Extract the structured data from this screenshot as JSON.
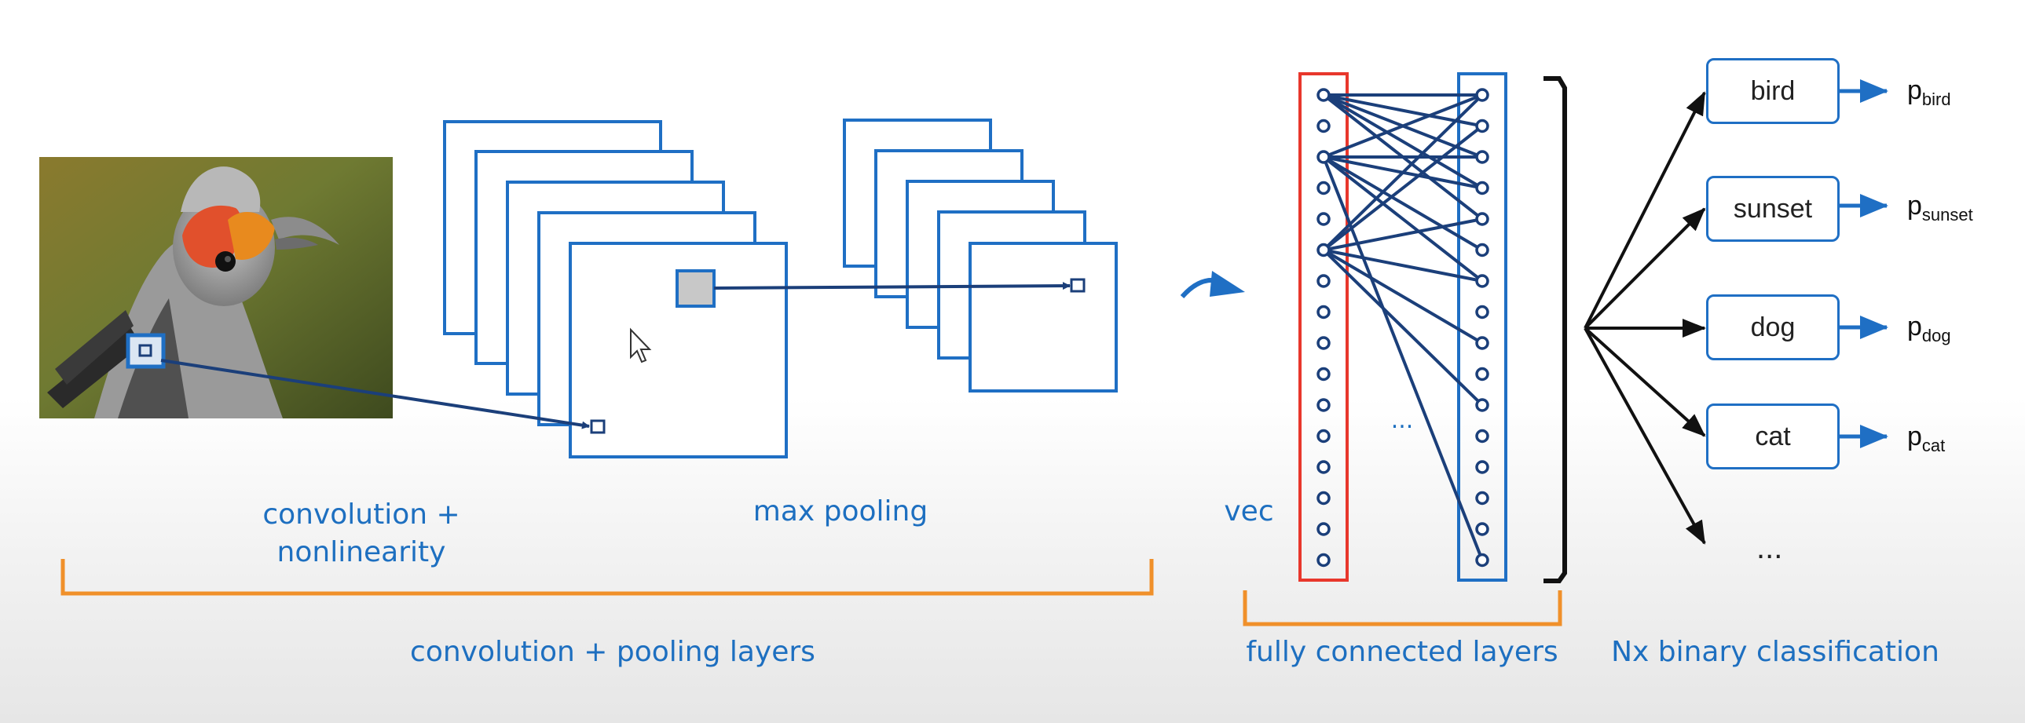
{
  "labels": {
    "convolution": "convolution +",
    "nonlinearity": "nonlinearity",
    "max_pooling": "max pooling",
    "vec": "vec",
    "conv_pooling_layers": "convolution + pooling layers",
    "fully_connected": "fully connected layers",
    "binary_classification": "Nx binary classification",
    "hidden_ellipsis": "...",
    "class_ellipsis": "..."
  },
  "classes": [
    {
      "label": "bird",
      "prob": "p",
      "sub": "bird"
    },
    {
      "label": "sunset",
      "prob": "p",
      "sub": "sunset"
    },
    {
      "label": "dog",
      "prob": "p",
      "sub": "dog"
    },
    {
      "label": "cat",
      "prob": "p",
      "sub": "cat"
    }
  ],
  "colors": {
    "blue": "#1f6fc4",
    "dark_blue": "#1b3f7a",
    "orange": "#f0902a",
    "red": "#e8372c",
    "black": "#111111"
  },
  "icons": [
    "bird-photo",
    "mouse-cursor-icon",
    "curved-arrow-icon"
  ]
}
